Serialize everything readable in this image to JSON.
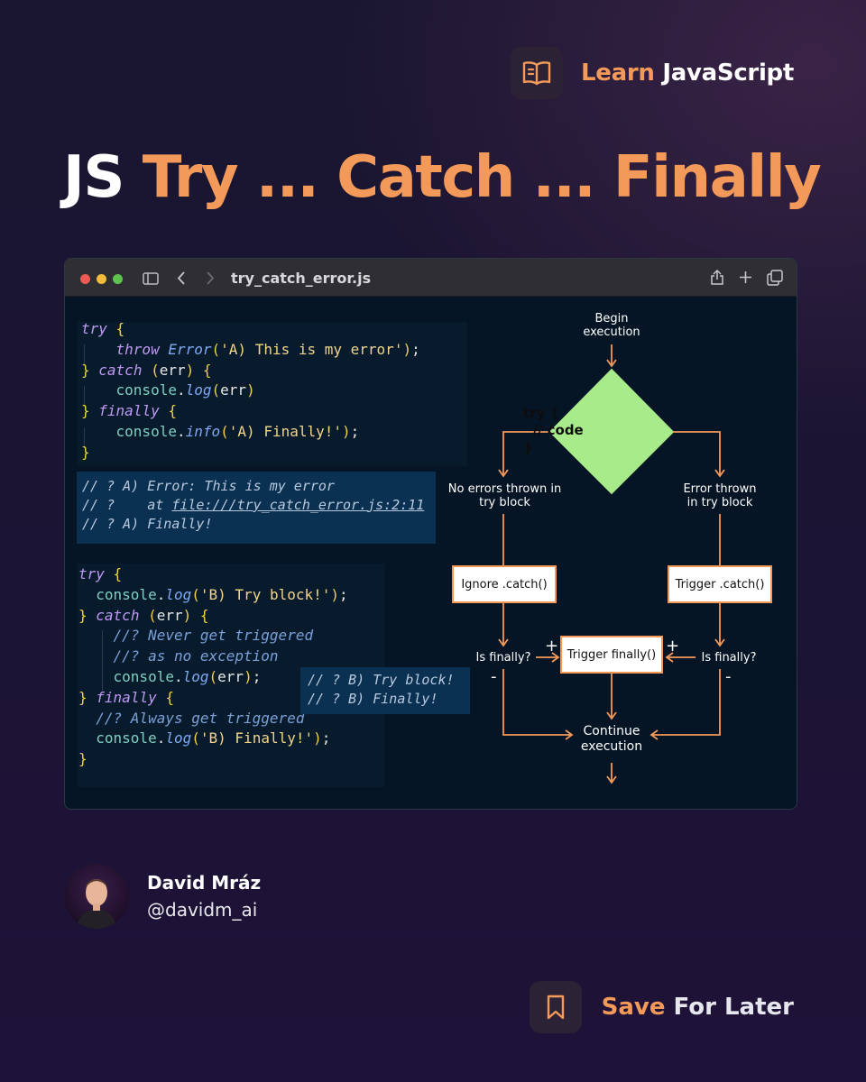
{
  "brand": {
    "prefix": "Learn",
    "suffix": "JavaScript",
    "icon": "book-icon"
  },
  "title": {
    "js": "JS",
    "rest": "Try ... Catch ... Finally"
  },
  "window": {
    "filename": "try_catch_error.js"
  },
  "code_a": {
    "lines": [
      [
        [
          "kw",
          "try"
        ],
        [
          "pl",
          " "
        ],
        [
          "br",
          "{"
        ]
      ],
      [
        [
          "pl",
          "    "
        ],
        [
          "kw",
          "throw"
        ],
        [
          "pl",
          " "
        ],
        [
          "mt",
          "Error"
        ],
        [
          "br",
          "("
        ],
        [
          "st",
          "'A) This is my error'"
        ],
        [
          "br",
          ")"
        ],
        [
          "pl",
          ";"
        ]
      ],
      [
        [
          "br",
          "}"
        ],
        [
          "pl",
          " "
        ],
        [
          "kw",
          "catch"
        ],
        [
          "pl",
          " "
        ],
        [
          "br",
          "("
        ],
        [
          "pl",
          "err"
        ],
        [
          "br",
          ")"
        ],
        [
          "pl",
          " "
        ],
        [
          "br",
          "{"
        ]
      ],
      [
        [
          "pl",
          "    "
        ],
        [
          "fn",
          "console"
        ],
        [
          "pl",
          "."
        ],
        [
          "mt",
          "log"
        ],
        [
          "br",
          "("
        ],
        [
          "pl",
          "err"
        ],
        [
          "br",
          ")"
        ]
      ],
      [
        [
          "br",
          "}"
        ],
        [
          "pl",
          " "
        ],
        [
          "kw",
          "finally"
        ],
        [
          "pl",
          " "
        ],
        [
          "br",
          "{"
        ]
      ],
      [
        [
          "pl",
          "    "
        ],
        [
          "fn",
          "console"
        ],
        [
          "pl",
          "."
        ],
        [
          "mt",
          "info"
        ],
        [
          "br",
          "("
        ],
        [
          "st",
          "'A) Finally!'"
        ],
        [
          "br",
          ")"
        ],
        [
          "pl",
          ";"
        ]
      ],
      [
        [
          "br",
          "}"
        ]
      ]
    ]
  },
  "output_a": {
    "lines": [
      [
        [
          "n",
          "// ? A) Error: This is my error"
        ]
      ],
      [
        [
          "n",
          "// ?    at "
        ],
        [
          "u",
          "file:///try_catch_error.js:2:11"
        ]
      ],
      [
        [
          "n",
          "// ? A) Finally!"
        ]
      ]
    ]
  },
  "code_b": {
    "lines": [
      [
        [
          "kw",
          "try"
        ],
        [
          "pl",
          " "
        ],
        [
          "br",
          "{"
        ]
      ],
      [
        [
          "pl",
          "  "
        ],
        [
          "fn",
          "console"
        ],
        [
          "pl",
          "."
        ],
        [
          "mt",
          "log"
        ],
        [
          "br",
          "("
        ],
        [
          "st",
          "'B) Try block!'"
        ],
        [
          "br",
          ")"
        ],
        [
          "pl",
          ";"
        ]
      ],
      [
        [
          "br",
          "}"
        ],
        [
          "pl",
          " "
        ],
        [
          "kw",
          "catch"
        ],
        [
          "pl",
          " "
        ],
        [
          "br",
          "("
        ],
        [
          "pl",
          "err"
        ],
        [
          "br",
          ")"
        ],
        [
          "pl",
          " "
        ],
        [
          "br",
          "{"
        ]
      ],
      [
        [
          "pl",
          "    "
        ],
        [
          "cmb",
          "//? Never get triggered"
        ]
      ],
      [
        [
          "pl",
          "    "
        ],
        [
          "cmb",
          "//? as no exception"
        ]
      ],
      [
        [
          "pl",
          "    "
        ],
        [
          "fn",
          "console"
        ],
        [
          "pl",
          "."
        ],
        [
          "mt",
          "log"
        ],
        [
          "br",
          "("
        ],
        [
          "pl",
          "err"
        ],
        [
          "br",
          ")"
        ],
        [
          "pl",
          ";"
        ]
      ],
      [
        [
          "br",
          "}"
        ],
        [
          "pl",
          " "
        ],
        [
          "kw",
          "finally"
        ],
        [
          "pl",
          " "
        ],
        [
          "br",
          "{"
        ]
      ],
      [
        [
          "pl",
          "  "
        ],
        [
          "cmb",
          "//? Always get triggered"
        ]
      ],
      [
        [
          "pl",
          "  "
        ],
        [
          "fn",
          "console"
        ],
        [
          "pl",
          "."
        ],
        [
          "mt",
          "log"
        ],
        [
          "br",
          "("
        ],
        [
          "st",
          "'B) Finally!'"
        ],
        [
          "br",
          ")"
        ],
        [
          "pl",
          ";"
        ]
      ],
      [
        [
          "br",
          "}"
        ]
      ]
    ]
  },
  "output_b": {
    "lines": [
      [
        [
          "n",
          "// ? B) Try block!"
        ]
      ],
      [
        [
          "n",
          "// ? B) Finally!"
        ]
      ]
    ]
  },
  "flowchart": {
    "begin": [
      "Begin",
      "execution"
    ],
    "diamond": "try {\n  // code\n}",
    "left_label": [
      "No errors thrown in",
      "try block"
    ],
    "right_label": [
      "Error thrown",
      "in try block"
    ],
    "ignore_catch": "Ignore .catch()",
    "trigger_catch": "Trigger .catch()",
    "is_finally_left": "Is finally?",
    "is_finally_right": "Is finally?",
    "trigger_finally": "Trigger finally()",
    "plus": "+",
    "minus": "-",
    "continue": [
      "Continue",
      "execution"
    ]
  },
  "author": {
    "name": "David Mráz",
    "handle": "@davidm_ai"
  },
  "save": {
    "prefix": "Save",
    "suffix": "For Later",
    "icon": "bookmark-icon"
  },
  "colors": {
    "accent": "#f39a5a",
    "background": "#1b1433",
    "editor": "#061525",
    "diamond": "#a8eb8a"
  }
}
